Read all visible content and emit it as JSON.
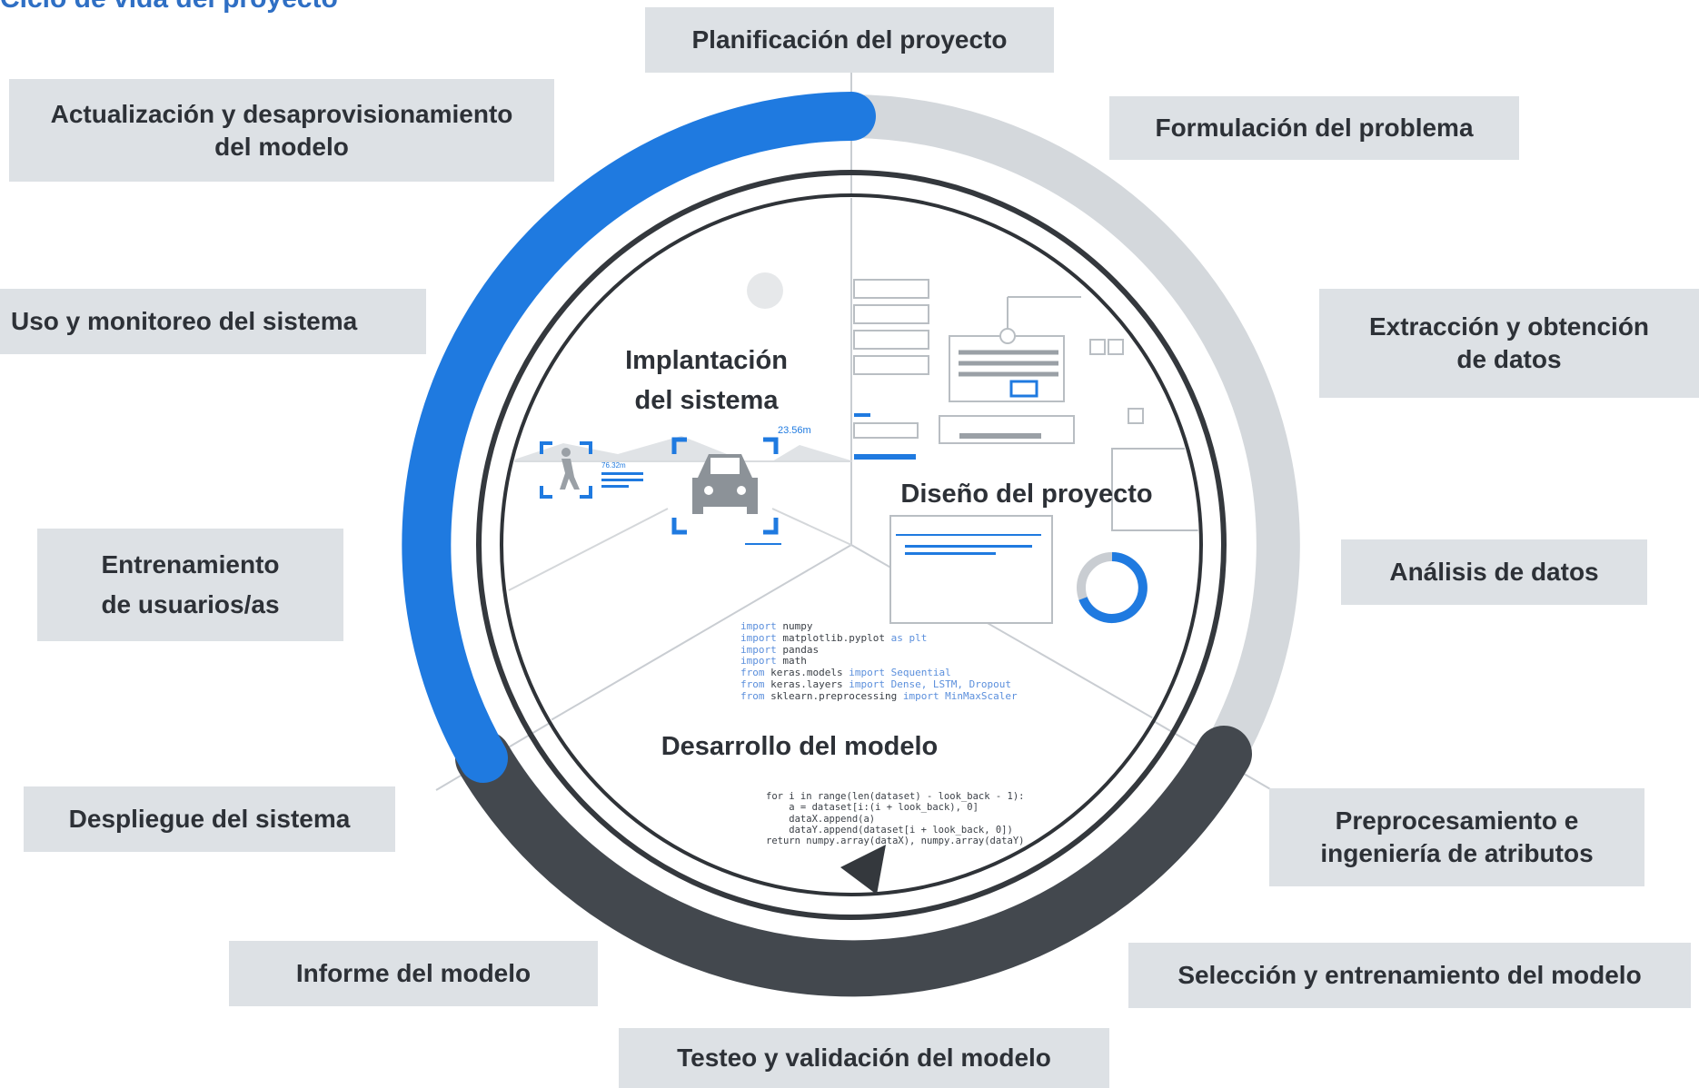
{
  "title": "Ciclo de vida del proyecto",
  "colors": {
    "accent_blue": "#1f7ae0",
    "dark_ring": "#43484e",
    "light_ring": "#d4d8dc",
    "box_fill": "#dde1e5",
    "title_blue": "#2f6fc4"
  },
  "stages": {
    "planificacion": "Planificación del proyecto",
    "formulacion": "Formulación del problema",
    "extraccion": "Extracción y obtención\nde datos",
    "analisis": "Análisis de datos",
    "preprocesamiento": "Preprocesamiento e\ningeniería de atributos",
    "seleccion": "Selección y entrenamiento del modelo",
    "testeo": "Testeo y validación del modelo",
    "informe": "Informe del modelo",
    "despliegue": "Despliegue del sistema",
    "entrenamiento_usuarios": "Entrenamiento\nde usuarios/as",
    "uso_monitoreo": "Uso y monitoreo del sistema",
    "actualizacion": "Actualización y desaprovisionamiento\ndel modelo"
  },
  "sectors": {
    "implantacion": "Implantación\ndel sistema",
    "diseno": "Diseño del proyecto",
    "desarrollo": "Desarrollo del modelo"
  },
  "measurements": {
    "car_distance": "23.56m",
    "pedestrian_distance": "76.32m"
  },
  "code": {
    "imports": [
      [
        "import ",
        "numpy",
        ""
      ],
      [
        "import ",
        "matplotlib.pyplot ",
        "as plt"
      ],
      [
        "import ",
        "pandas",
        ""
      ],
      [
        "import ",
        "math",
        ""
      ],
      [
        "from ",
        "keras.models ",
        "import Sequential"
      ],
      [
        "from ",
        "keras.layers ",
        "import Dense, LSTM, Dropout"
      ],
      [
        "from ",
        "sklearn.preprocessing ",
        "import MinMaxScaler"
      ]
    ],
    "loop": "for i in range(len(dataset) - look_back - 1):\n    a = dataset[i:(i + look_back), 0]\n    dataX.append(a)\n    dataY.append(dataset[i + look_back, 0])\nreturn numpy.array(dataX), numpy.array(dataY)"
  },
  "icons": [
    "pedestrian-icon",
    "car-icon",
    "donut-chart-icon",
    "cycle-arrow-icon"
  ]
}
